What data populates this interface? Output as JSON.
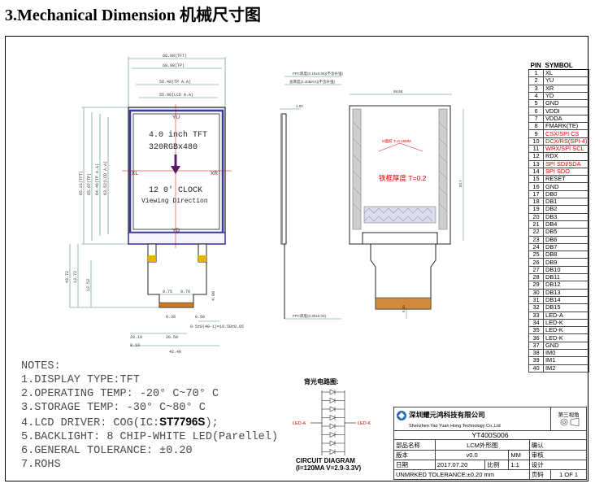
{
  "page_title": "3.Mechanical Dimension 机械尺寸图",
  "front_view": {
    "dims_top": [
      "60.88(TFT)",
      "60.08(TP)",
      "56.48(TP A.A)",
      "55.08(LCD A.A)"
    ],
    "dims_left": [
      "65.21(TFT)",
      "65.97(TP)",
      "64.46(TP A.A)",
      "63.52(LCD A.A)"
    ],
    "dims_bottom_left": [
      "43.72",
      "13.72",
      "12.53"
    ],
    "dims_bottom": [
      "9.75",
      "9.70",
      "0.30",
      "20.19",
      "20.50",
      "8.19",
      "42.48",
      "0.50"
    ],
    "fpc_pitch": "0.5±0(40-1)=19.50±0.05",
    "dim_4_90": "4.90",
    "screen_line1": "4.0 inch TFT",
    "screen_line2": "320RGBx480",
    "clock": "12 0' CLOCK",
    "viewing": "Viewing Direction",
    "yu": "YU",
    "yd": "YD",
    "xl": "XL",
    "xr": "XR"
  },
  "side_view": {
    "note_top": "FPC厚度(0.10±0.05)(不含补强)",
    "note_mid": "总厚度(2.40MAX)(不含补强)",
    "dim_1": "1.00",
    "fpc_note": "FPC厚度(0.30±0.03)"
  },
  "back_view": {
    "dim_width": "58.68",
    "dim_height": "63.7",
    "iron": "铁框厚度 T=0.2",
    "band": "M面胶 T=0.15MM",
    "dim_5": "5.00"
  },
  "pin_table": {
    "header_pin": "PIN",
    "header_symbol": "SYMBOL",
    "rows": [
      [
        "1",
        "XL"
      ],
      [
        "2",
        "YU"
      ],
      [
        "3",
        "XR"
      ],
      [
        "4",
        "YD"
      ],
      [
        "5",
        "GND"
      ],
      [
        "6",
        "VDDI"
      ],
      [
        "7",
        "VDDA"
      ],
      [
        "8",
        "FMARK(TE)"
      ],
      [
        "9",
        "CSX/SPI CS"
      ],
      [
        "10",
        "DCX/RS(SPI-4)"
      ],
      [
        "11",
        "WRX/SPI SCL"
      ],
      [
        "12",
        "RDX"
      ],
      [
        "13",
        "SPI SDI/SDA"
      ],
      [
        "14",
        "SPI SDO"
      ],
      [
        "15",
        "RESET"
      ],
      [
        "16",
        "GND"
      ],
      [
        "17",
        "DB0"
      ],
      [
        "18",
        "DB1"
      ],
      [
        "19",
        "DB2"
      ],
      [
        "20",
        "DB3"
      ],
      [
        "21",
        "DB4"
      ],
      [
        "22",
        "DB5"
      ],
      [
        "23",
        "DB6"
      ],
      [
        "24",
        "DB7"
      ],
      [
        "25",
        "DB8"
      ],
      [
        "26",
        "DB9"
      ],
      [
        "27",
        "DB10"
      ],
      [
        "28",
        "DB11"
      ],
      [
        "29",
        "DB12"
      ],
      [
        "30",
        "DB13"
      ],
      [
        "31",
        "DB14"
      ],
      [
        "32",
        "DB15"
      ],
      [
        "33",
        "LED-A"
      ],
      [
        "34",
        "LED-K"
      ],
      [
        "35",
        "LED-K"
      ],
      [
        "36",
        "LED-K"
      ],
      [
        "37",
        "GND"
      ],
      [
        "38",
        "IM0"
      ],
      [
        "39",
        "IM1"
      ],
      [
        "40",
        "IM2"
      ]
    ]
  },
  "accent_red": "#dd0000",
  "notes": {
    "header": "NOTES:",
    "items": [
      "1.DISPLAY TYPE:TFT",
      "2.OPERATING TEMP: -20° C~70° C",
      "3.STORAGE TEMP: -30° C~80° C",
      "4.LCD DRIVER: COG(IC:",
      "5.BACKLIGHT: 8 CHIP-WHITE LED(Parellel)",
      "6.GENERAL TOLERANCE: ±0.20",
      "7.ROHS"
    ],
    "ic": "ST7796S",
    "ic_tail": ");"
  },
  "circuit": {
    "title": "背光电路图:",
    "led_a": "LED-A",
    "led_k": "LED-K",
    "diagram_label": "CIRCUIT DIAGRAM",
    "diagram_spec": "(I=120MA V=2.9-3.3V)"
  },
  "title_block": {
    "company_cn": "深圳耀元鸿科技有限公司",
    "company_en": "Shenzhen Yao Yuan Hong Technology Co.,Ltd",
    "angle": "第三视角",
    "model": "YT400S006",
    "part_name_label": "部品名称",
    "part_name": "LCM外形图",
    "confirm": "确认",
    "version_label": "版本",
    "version": "v0.0",
    "unit": "MM",
    "review": "审核",
    "date_label": "日期",
    "date": "2017.07.20",
    "scale_label": "比例",
    "scale": "1:1",
    "design": "设计",
    "tolerance": "UNMRKED TOLERANCE:±0.20 mm",
    "sheet_label": "页码",
    "sheet": "1 OF 1"
  }
}
